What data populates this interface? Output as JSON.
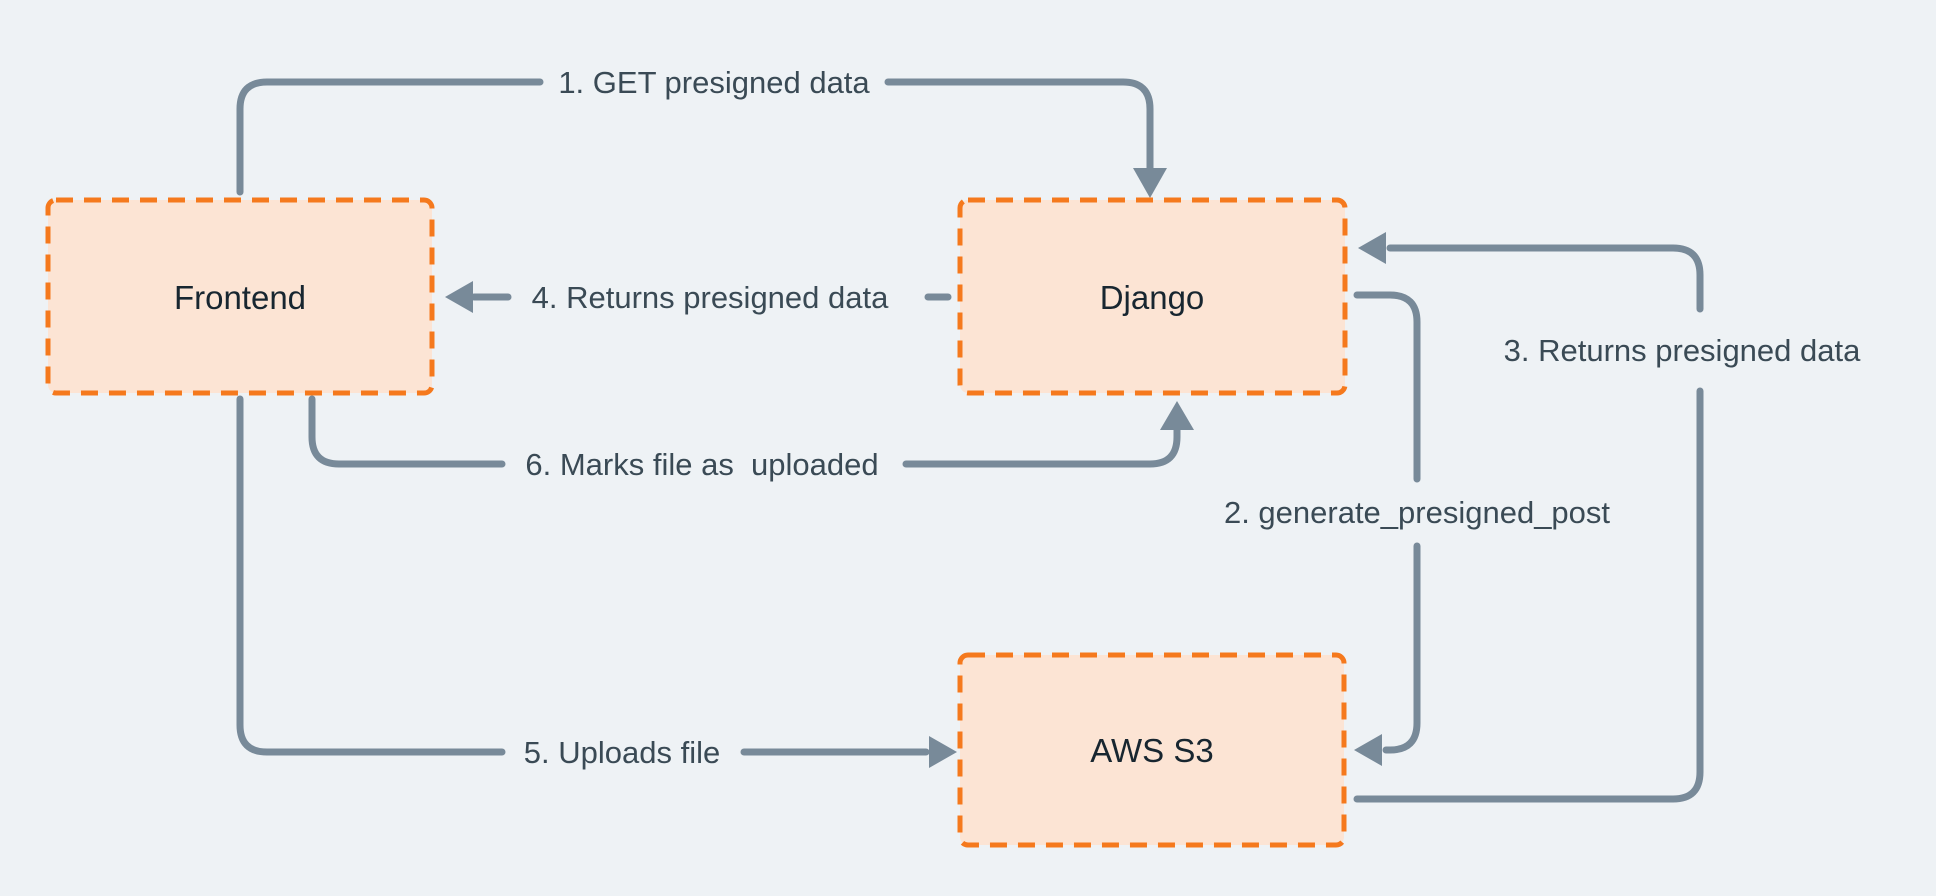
{
  "diagram": {
    "description": "Presigned upload flow between Frontend, Django and AWS S3",
    "colors": {
      "background": "#eef2f5",
      "arrow": "#788a99",
      "edge_label_text": "#3a4a55",
      "node_fill": "#fce4d4",
      "node_border": "#f5791d",
      "node_label_text": "#182630"
    },
    "nodes": [
      {
        "label": "Frontend"
      },
      {
        "label": "Django"
      },
      {
        "label": "AWS S3"
      }
    ],
    "edges": [
      {
        "label": "1. GET presigned data",
        "from": "Frontend",
        "to": "Django"
      },
      {
        "label": "2. generate_presigned_post",
        "from": "Django",
        "to": "AWS S3"
      },
      {
        "label": "3. Returns presigned data",
        "from": "AWS S3",
        "to": "Django"
      },
      {
        "label": "4. Returns presigned data",
        "from": "Django",
        "to": "Frontend"
      },
      {
        "label": "5. Uploads file",
        "from": "Frontend",
        "to": "AWS S3"
      },
      {
        "label": "6. Marks file as  uploaded",
        "from": "Frontend",
        "to": "Django"
      }
    ]
  }
}
